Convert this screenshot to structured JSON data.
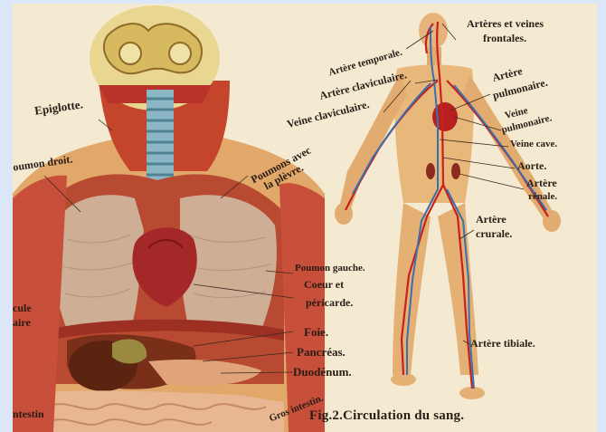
{
  "labels": {
    "epiglotte": "Epiglotte.",
    "poumon_droit": "oumon droit.",
    "poumons_avec_plevre_1": "Poumons avec",
    "poumons_avec_plevre_2": "la plèvre.",
    "poumon_gauche": "Poumon gauche.",
    "coeur_et": "Coeur et",
    "pericarde": "péricarde.",
    "foie": "Foie.",
    "pancreas": "Pancréas.",
    "duodenum": "Duodénum.",
    "gros_intestin": "Gros intestin.",
    "cut_ule": "cule",
    "cut_aire": "aire",
    "cut_intestin": "ntestin",
    "arteres_veines_frontales_1": "Artères et veines",
    "arteres_veines_frontales_2": "frontales.",
    "artere_temporale": "Artère temporale.",
    "artere_claviculaire": "Artère claviculaire.",
    "veine_claviculaire": "Veine claviculaire.",
    "artere_pulmonaire_1": "Artère",
    "artere_pulmonaire_2": "pulmonaire.",
    "veine_pulmonaire_1": "Veine",
    "veine_pulmonaire_2": "pulmonaire.",
    "veine_cave": "Veine cave.",
    "aorte": "Aorte.",
    "artere_renale_1": "Artère",
    "artere_renale_2": "rénale.",
    "artere_crurale_1": "Artère",
    "artere_crurale_2": "crurale.",
    "artere_tibiale": "Artère tibiale."
  },
  "caption": "Fig.2.Circulation du sang.",
  "colors": {
    "background": "#dbe6f6",
    "paper": "#f4ead2",
    "skin": "#e8b87a",
    "muscle": "#b83a2a",
    "lung": "#d2a08a",
    "artery": "#c8201c",
    "vein": "#3a6fb0",
    "brain": "#e8d48a",
    "text": "#2a1c14"
  }
}
